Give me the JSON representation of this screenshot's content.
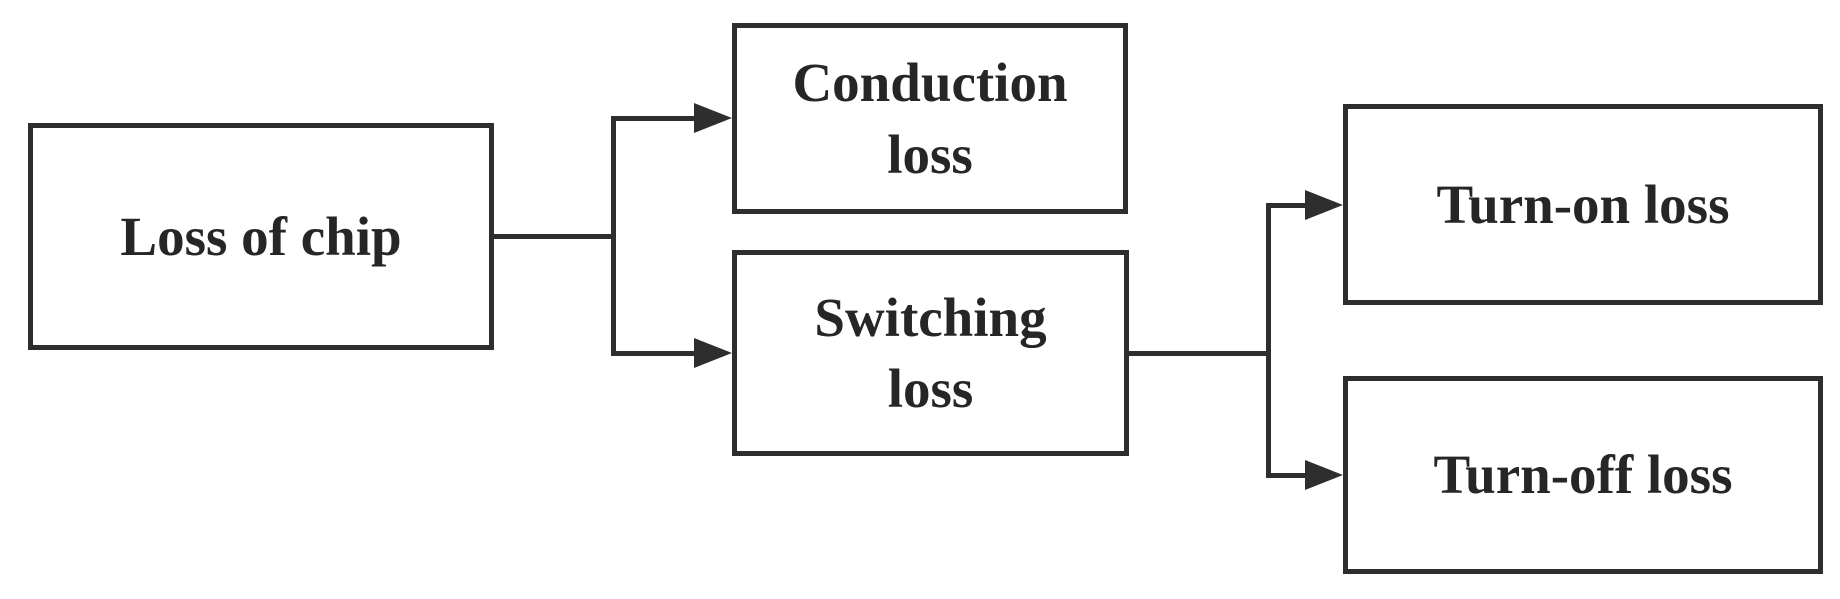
{
  "diagram": {
    "type": "flowchart",
    "direction": "left-to-right",
    "nodes": [
      {
        "id": "loss-of-chip",
        "label": "Loss of chip"
      },
      {
        "id": "conduction-loss",
        "label": "Conduction loss"
      },
      {
        "id": "switching-loss",
        "label": "Switching loss"
      },
      {
        "id": "turn-on-loss",
        "label": "Turn-on loss"
      },
      {
        "id": "turn-off-loss",
        "label": "Turn-off loss"
      }
    ],
    "edges": [
      {
        "from": "loss-of-chip",
        "to": "conduction-loss"
      },
      {
        "from": "loss-of-chip",
        "to": "switching-loss"
      },
      {
        "from": "switching-loss",
        "to": "turn-on-loss"
      },
      {
        "from": "switching-loss",
        "to": "turn-off-loss"
      }
    ],
    "colors": {
      "line": "#2e2e2e",
      "text": "#262626",
      "background": "#ffffff"
    }
  }
}
